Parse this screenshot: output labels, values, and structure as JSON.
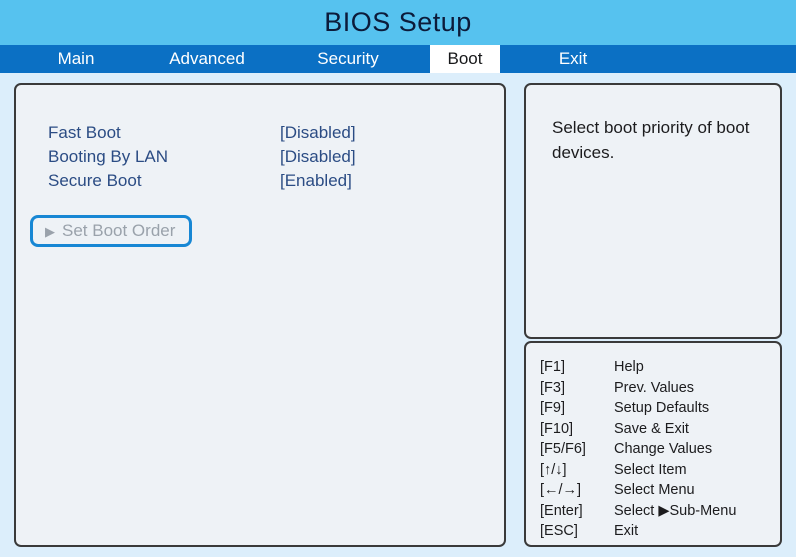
{
  "window": {
    "title": "BIOS Setup"
  },
  "tabs": [
    {
      "label": "Main",
      "active": false
    },
    {
      "label": "Advanced",
      "active": false
    },
    {
      "label": "Security",
      "active": false
    },
    {
      "label": "Boot",
      "active": true
    },
    {
      "label": "Exit",
      "active": false
    }
  ],
  "settings": [
    {
      "label": "Fast Boot",
      "value": "[Disabled]"
    },
    {
      "label": "Booting By LAN",
      "value": "[Disabled]"
    },
    {
      "label": "Secure Boot",
      "value": "[Enabled]"
    }
  ],
  "submenu": {
    "arrow": "▶",
    "label": "Set Boot Order"
  },
  "help": {
    "text": "Select boot priority of boot devices."
  },
  "keys": [
    {
      "key": "[F1]",
      "desc": "Help"
    },
    {
      "key": "[F3]",
      "desc": "Prev. Values"
    },
    {
      "key": "[F9]",
      "desc": "Setup Defaults"
    },
    {
      "key": "[F10]",
      "desc": "Save & Exit"
    },
    {
      "key": "[F5/F6]",
      "desc": "Change Values"
    },
    {
      "key": "[↑/↓]",
      "desc": "Select Item"
    },
    {
      "key": "[←/→]",
      "desc": "Select Menu"
    },
    {
      "key": "[Enter]",
      "desc": "Select ▶Sub-Menu"
    },
    {
      "key": "[ESC]",
      "desc": "Exit"
    }
  ],
  "colors": {
    "title_bar": "#56c2ef",
    "tab_bar": "#0b70c4",
    "active_tab_bg": "#ffffff",
    "panel_bg": "#eef2f6",
    "panel_border": "#3a3a3a",
    "setting_text": "#2b4c84",
    "highlight_border": "#1787d4",
    "disabled_text": "#9aa2ab",
    "page_bg": "#dceefb"
  }
}
